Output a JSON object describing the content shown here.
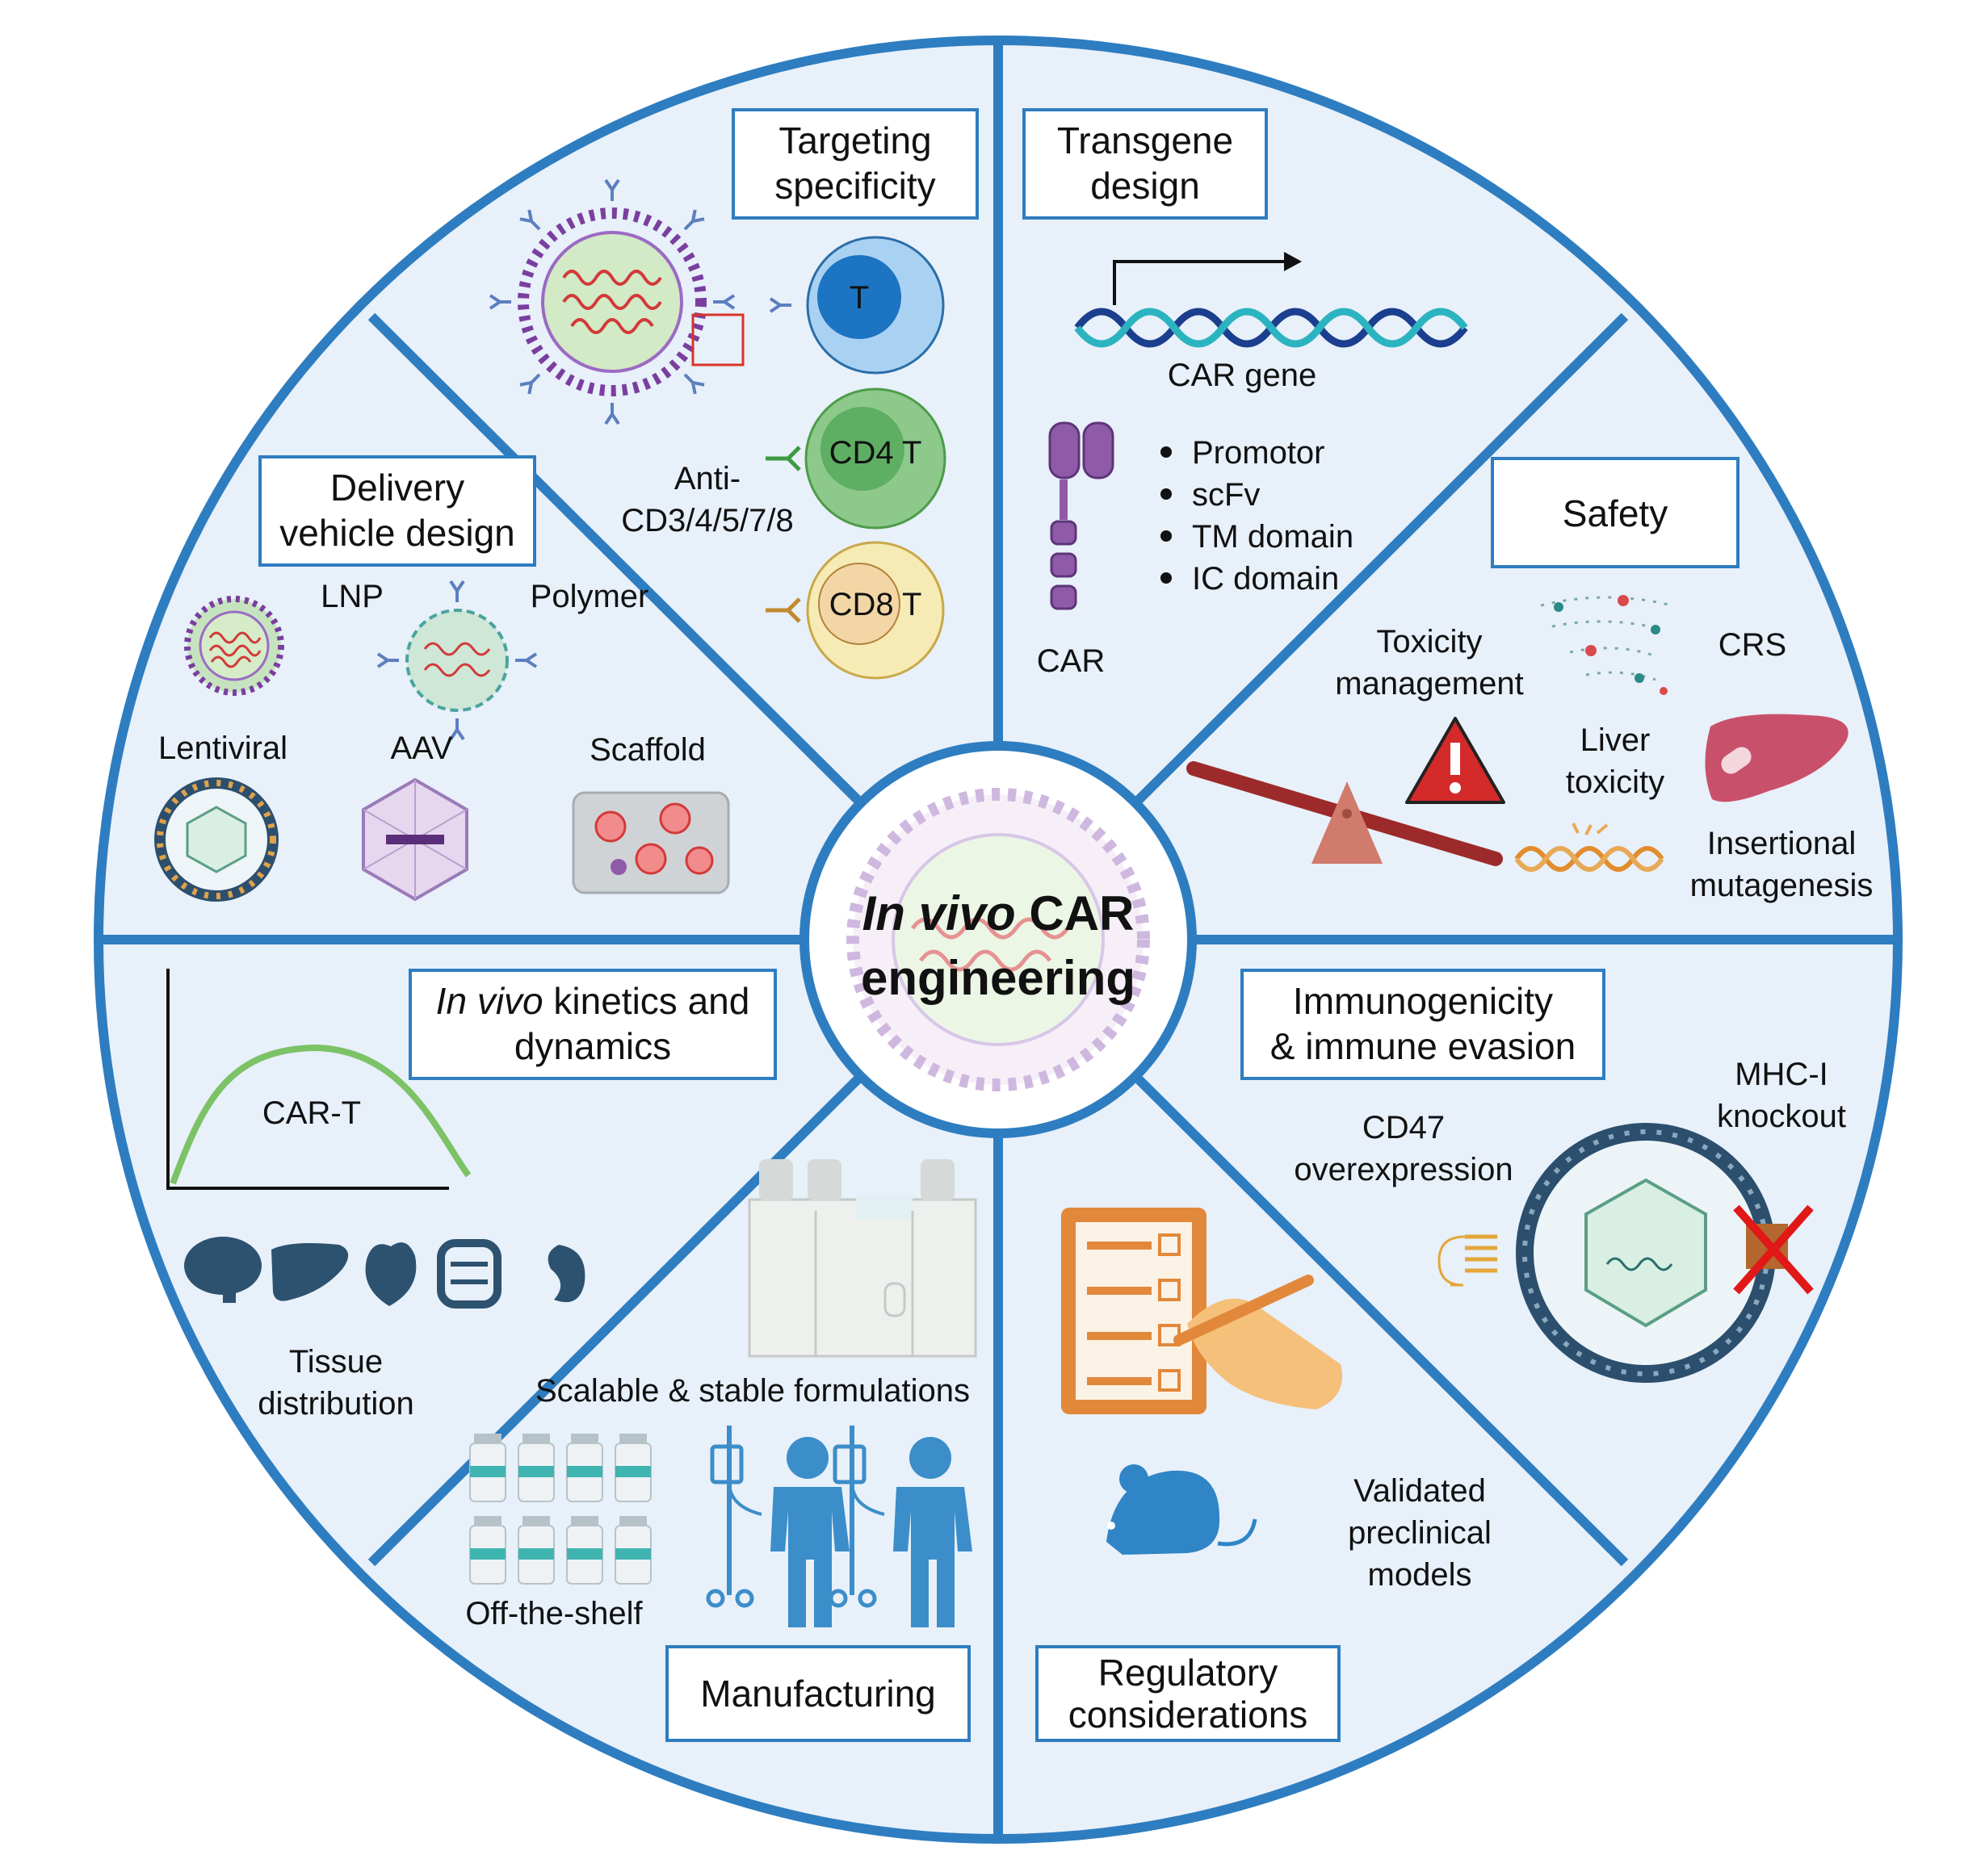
{
  "center": {
    "line1_italic": "In vivo",
    "line1_rest": " CAR",
    "line2": "engineering"
  },
  "sections": {
    "targeting": {
      "title_line1": "Targeting",
      "title_line2": "specificity",
      "cells": [
        "T",
        "CD4",
        "T",
        "CD8",
        "T"
      ],
      "anti_line1": "Anti-",
      "anti_line2": "CD3/4/5/7/8"
    },
    "transgene": {
      "title_line1": "Transgene",
      "title_line2": "design",
      "car_gene": "CAR gene",
      "car": "CAR",
      "bullets": [
        "Promotor",
        "scFv",
        "TM domain",
        "IC domain"
      ]
    },
    "safety": {
      "title": "Safety",
      "toxicity_line1": "Toxicity",
      "toxicity_line2": "management",
      "crs": "CRS",
      "liver_line1": "Liver",
      "liver_line2": "toxicity",
      "insertional_line1": "Insertional",
      "insertional_line2": "mutagenesis"
    },
    "immunogenicity": {
      "title_line1": "Immunogenicity",
      "title_line2": "& immune evasion",
      "cd47_line1": "CD47",
      "cd47_line2": "overexpression",
      "mhc_line1": "MHC-I",
      "mhc_line2": "knockout"
    },
    "regulatory": {
      "title_line1": "Regulatory",
      "title_line2": "considerations",
      "validated_line1": "Validated",
      "validated_line2": "preclinical",
      "validated_line3": "models"
    },
    "manufacturing": {
      "title": "Manufacturing",
      "scalable": "Scalable & stable formulations",
      "offshelf": "Off-the-shelf"
    },
    "kinetics": {
      "title_line1_italic": "In vivo",
      "title_line1_rest": " kinetics and",
      "title_line2": "dynamics",
      "curve_label": "CAR-T",
      "tissue_line1": "Tissue",
      "tissue_line2": "distribution"
    },
    "delivery": {
      "title_line1": "Delivery",
      "title_line2": "vehicle design",
      "lnp": "LNP",
      "polymer": "Polymer",
      "lentiviral": "Lentiviral",
      "aav": "AAV",
      "scaffold": "Scaffold"
    }
  },
  "colors": {
    "wheel_fill": "#e8f0fa",
    "wheel_stroke": "#2e7dc0",
    "warning": "#d42a2a",
    "t_cell": "#9cc9ee",
    "cd4_cell": "#8cc98a",
    "cd8_cell": "#f4e6a8",
    "liver": "#c9506a",
    "mouse": "#2f85c6",
    "patient": "#3b8ec9",
    "form_orange": "#e2883a",
    "curve": "#7cc266",
    "organ": "#2c5270"
  }
}
